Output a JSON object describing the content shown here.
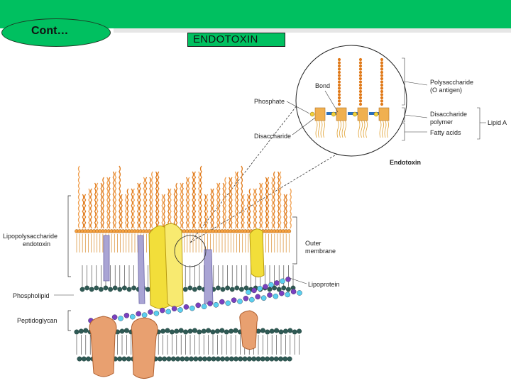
{
  "header": {
    "badge": "Cont…",
    "title": "ENDOTOXIN"
  },
  "inset": {
    "labels": {
      "bond": "Bond",
      "phosphate": "Phosphate",
      "disaccharide": "Disaccharide",
      "polysaccharide_line1": "Polysaccharide",
      "polysaccharide_line2": "(O antigen)",
      "disaccharide_polymer_line1": "Disaccharide",
      "disaccharide_polymer_line2": "polymer",
      "fatty_acids": "Fatty acids",
      "lipid_a": "Lipid A",
      "caption": "Endotoxin"
    }
  },
  "membrane": {
    "labels": {
      "lps_line1": "Lipopolysaccharide",
      "lps_line2": "endotoxin",
      "outer_line1": "Outer",
      "outer_line2": "membrane",
      "lipoprotein": "Lipoprotein",
      "phospholipid": "Phospholipid",
      "peptidoglycan": "Peptidoglycan"
    }
  },
  "colors": {
    "accent_green": "#00c060",
    "lps_orange": "#e07a1a",
    "head_teal": "#2f5a55",
    "protein_yellow": "#f2de3a",
    "protein_tan": "#e8a070"
  }
}
